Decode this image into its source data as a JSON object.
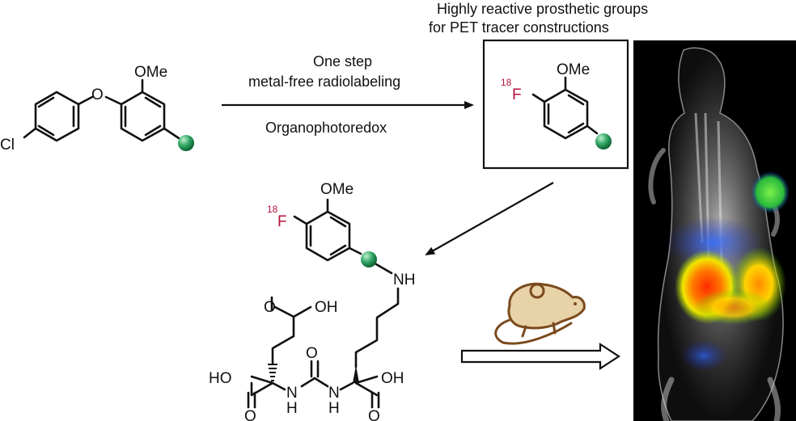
{
  "header": {
    "line1": "Highly reactive prosthetic groups",
    "line2": "for PET tracer constructions"
  },
  "reaction": {
    "top_line1": "One step",
    "top_line2": "metal-free radiolabeling",
    "bottom": "Organophotoredox"
  },
  "labels": {
    "cl": "Cl",
    "o": "O",
    "ome": "OMe",
    "isotope": "18",
    "fluorine": "F",
    "nh": "NH",
    "n": "N",
    "h": "H",
    "oh": "OH",
    "ho": "HO",
    "carbonyl_o": "O"
  },
  "colors": {
    "bond": "#111111",
    "isotope": "#b3123a",
    "tag_bead": "#1b8a4f",
    "tag_highlight": "#bff0d0",
    "image_bg": "#000000"
  },
  "icons": {
    "tag": "green-sphere",
    "animal": "rat-icon",
    "image": "pet-scan-image"
  }
}
